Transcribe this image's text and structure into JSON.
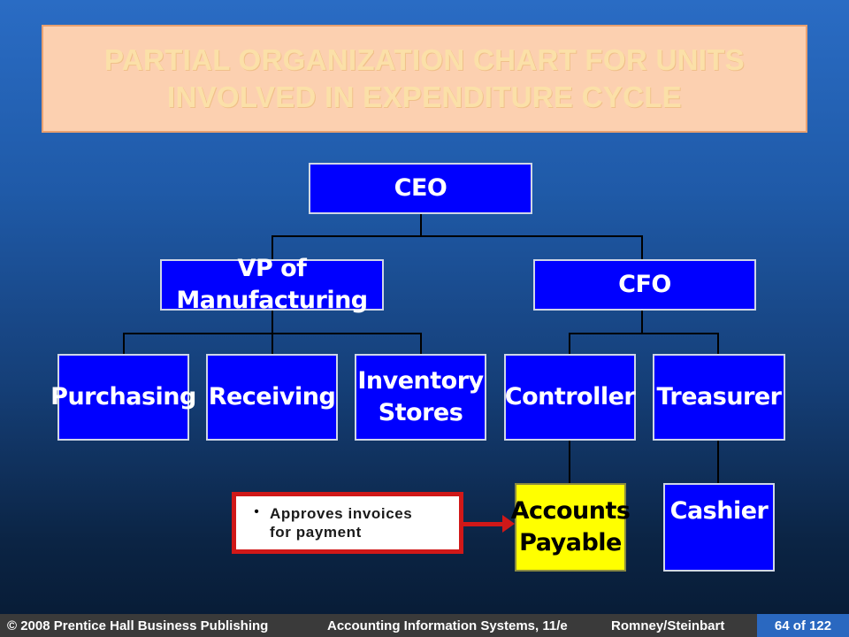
{
  "title": {
    "line1": "PARTIAL ORGANIZATION CHART FOR UNITS",
    "line2": "INVOLVED IN EXPENDITURE CYCLE"
  },
  "nodes": {
    "ceo": "CEO",
    "vp_manufacturing": "VP of Manufacturing",
    "cfo": "CFO",
    "purchasing": "Purchasing",
    "receiving": "Receiving",
    "inventory_line1": "Inventory",
    "inventory_line2": "Stores",
    "controller": "Controller",
    "treasurer": "Treasurer",
    "ap_line1": "Accounts",
    "ap_line2": "Payable",
    "cashier": "Cashier"
  },
  "callout": {
    "bullet": "•",
    "line1": "Approves invoices",
    "line2": "for payment"
  },
  "footer": {
    "copyright": "© 2008 Prentice Hall Business Publishing",
    "book": "Accounting Information Systems, 11/e",
    "authors": "Romney/Steinbart",
    "page": "64 of 122"
  },
  "colors": {
    "node_fill": "#0000ff",
    "highlight_fill": "#ffff00",
    "callout_border": "#d01818",
    "title_fill": "#fcd0b0"
  }
}
